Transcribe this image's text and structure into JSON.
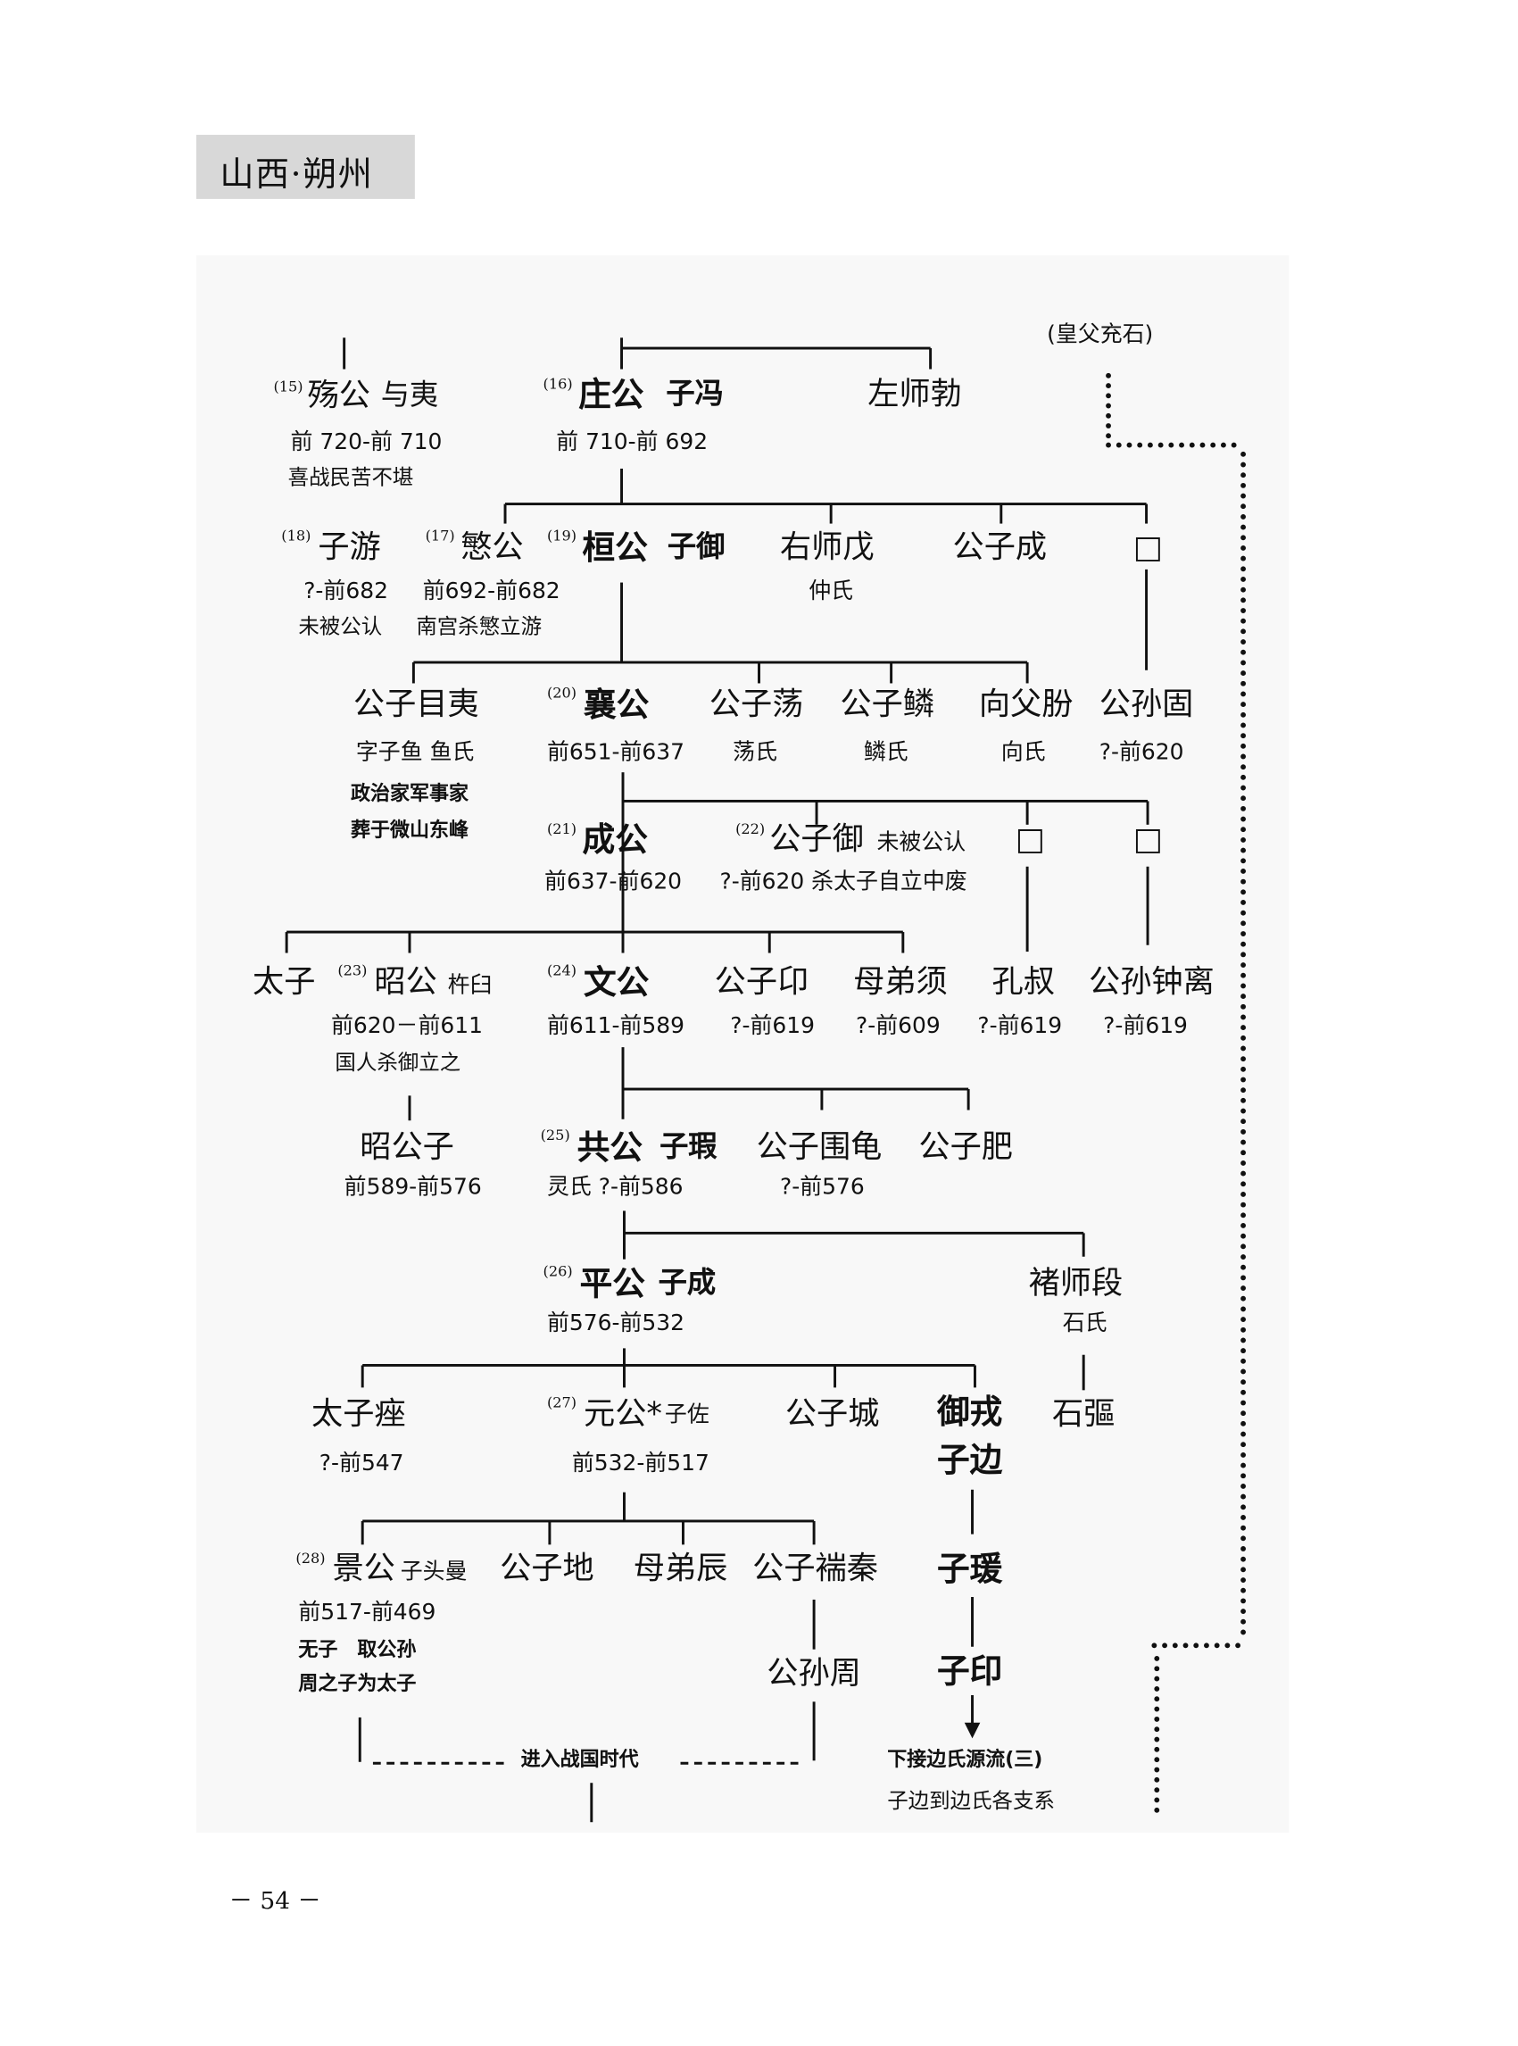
{
  "header": {
    "title": "山西·朔州"
  },
  "page_number": "－ 54 －",
  "top_note": "(皇父充石)",
  "p": [
    {
      "num": "(15)",
      "name": "殇公",
      "alias": "与夷",
      "dates": "前 720-前 710",
      "note": "喜战民苦不堪"
    },
    {
      "num": "(16)",
      "name": "庄公",
      "alias": "子冯",
      "dates": "前 710-前 692"
    },
    {
      "name": "左师勃"
    },
    {
      "num": "(18)",
      "name": "子游",
      "dates": "?-前682",
      "note": "未被公认"
    },
    {
      "num": "(17)",
      "name": "慜公",
      "dates": "前692-前682",
      "note": "南宫杀慜立游"
    },
    {
      "num": "(19)",
      "name": "桓公",
      "alias": "子御"
    },
    {
      "name": "右师戊",
      "dates": "仲氏"
    },
    {
      "name": "公子成"
    },
    {
      "name": "□"
    },
    {
      "name": "公子目夷",
      "dates": "字子鱼 鱼氏",
      "note": "政治家军事家",
      "note2": "葬于微山东峰"
    },
    {
      "num": "(20)",
      "name": "襄公",
      "dates": "前651-前637"
    },
    {
      "name": "公子荡",
      "dates": "荡氏"
    },
    {
      "name": "公子鳞",
      "dates": "鳞氏"
    },
    {
      "name": "向父朌",
      "dates": "向氏"
    },
    {
      "name": "公孙固",
      "dates": "?-前620"
    },
    {
      "num": "(21)",
      "name": "成公",
      "dates": "前637-前620"
    },
    {
      "num": "(22)",
      "name": "公子御",
      "alias": "未被公认",
      "dates": "?-前620 杀太子自立中废"
    },
    {
      "name": "□"
    },
    {
      "name": "□"
    },
    {
      "name": "太子"
    },
    {
      "num": "(23)",
      "name": "昭公",
      "alias": "杵臼",
      "dates": "前620－前611",
      "note": "国人杀御立之"
    },
    {
      "num": "(24)",
      "name": "文公",
      "dates": "前611-前589"
    },
    {
      "name": "公子卬",
      "dates": "?-前619"
    },
    {
      "name": "母弟须",
      "dates": "?-前609"
    },
    {
      "name": "孔叔",
      "dates": "?-前619"
    },
    {
      "name": "公孙钟离",
      "dates": "?-前619"
    },
    {
      "name": "昭公子",
      "dates": "前589-前576"
    },
    {
      "num": "(25)",
      "name": "共公",
      "alias": "子瑕",
      "dates": "灵氏 ?-前586"
    },
    {
      "name": "公子围龟",
      "dates": "?-前576"
    },
    {
      "name": "公子肥"
    },
    {
      "num": "(26)",
      "name": "平公",
      "alias": "子成",
      "dates": "前576-前532"
    },
    {
      "name": "褚师段",
      "dates": "石氏"
    },
    {
      "name": "太子痤",
      "dates": "?-前547"
    },
    {
      "num": "(27)",
      "name": "元公*",
      "alias": "子佐",
      "dates": "前532-前517"
    },
    {
      "name": "公子城"
    },
    {
      "name": "御戎",
      "name2": "子边"
    },
    {
      "name": "石彄"
    },
    {
      "num": "(28)",
      "name": "景公",
      "alias": "子头曼",
      "dates": "前517-前469",
      "note": "无子　取公孙",
      "note2": "周之子为太子"
    },
    {
      "name": "公子地"
    },
    {
      "name": "母弟辰"
    },
    {
      "name": "公子褍秦"
    },
    {
      "name": "子瑗"
    },
    {
      "name": "公孙周"
    },
    {
      "name": "子印"
    }
  ],
  "era": "进入战国时代",
  "continuation": {
    "line1": "下接边氏源流(三)",
    "line2": "子边到边氏各支系"
  }
}
